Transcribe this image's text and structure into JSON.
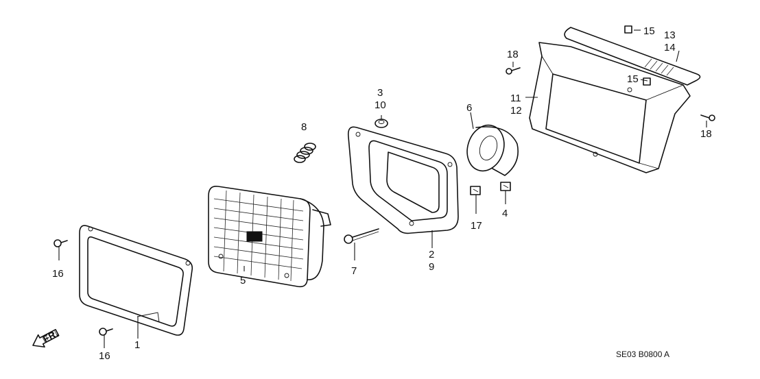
{
  "callouts": {
    "c1": "1",
    "c2_9": [
      "2",
      "9"
    ],
    "c3_10": [
      "3",
      "10"
    ],
    "c4": "4",
    "c5": "5",
    "c6": "6",
    "c7": "7",
    "c8": "8",
    "c11_12": [
      "11",
      "12"
    ],
    "c13_14": [
      "13",
      "14"
    ],
    "c15a": "15",
    "c15b": "15",
    "c16a": "16",
    "c16b": "16",
    "c17": "17",
    "c18a": "18",
    "c18b": "18"
  },
  "front_arrow": "FR.",
  "diagram_code": "SE03 B0800 A"
}
